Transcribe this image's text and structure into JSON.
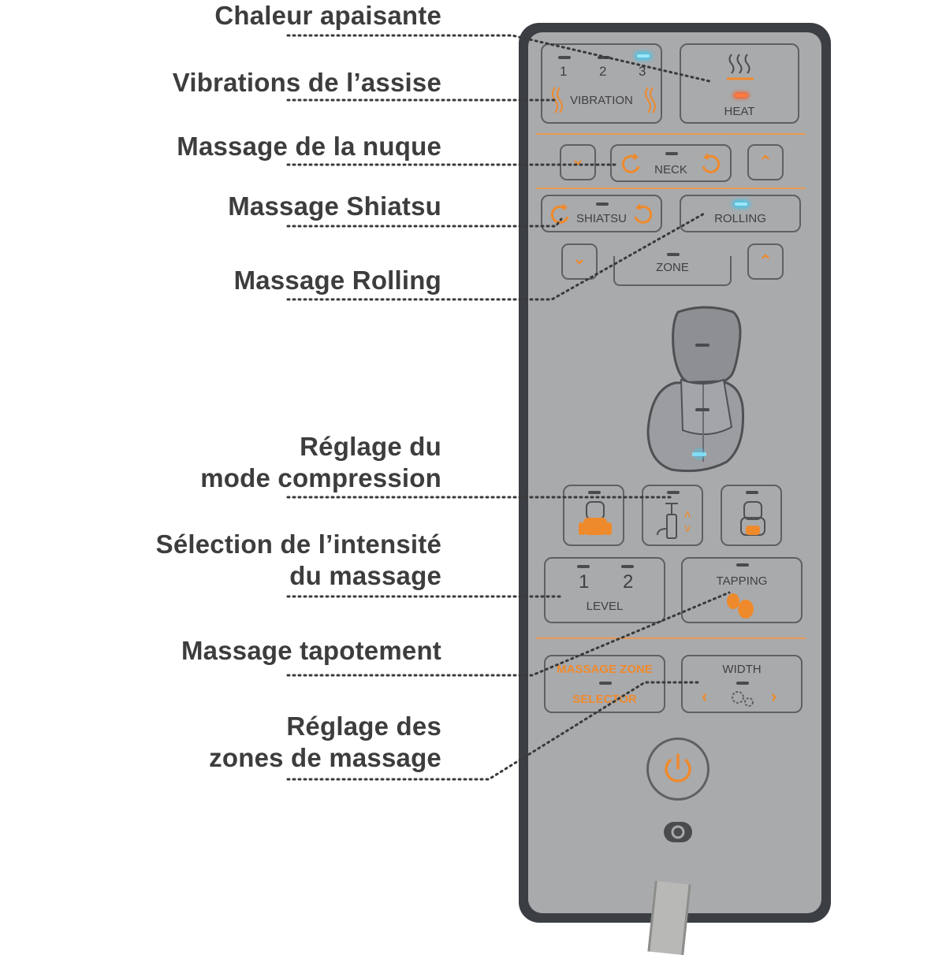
{
  "callouts": {
    "heat": "Chaleur apaisante",
    "vibration": "Vibrations de l’assise",
    "neck": "Massage de la nuque",
    "shiatsu": "Massage Shiatsu",
    "rolling": "Massage Rolling",
    "compression_1": "Réglage du",
    "compression_2": "mode compression",
    "intensity_1": "Sélection de l’intensité",
    "intensity_2": "du massage",
    "tapping": "Massage tapotement",
    "zones_1": "Réglage des",
    "zones_2": "zones de massage"
  },
  "remote": {
    "vibration": {
      "label": "VIBRATION",
      "levels": [
        "1",
        "2",
        "3"
      ]
    },
    "heat": {
      "label": "HEAT"
    },
    "neck": {
      "label": "NECK"
    },
    "shiatsu": {
      "label": "SHIATSU"
    },
    "rolling": {
      "label": "ROLLING"
    },
    "zone": {
      "label": "ZONE"
    },
    "level": {
      "label": "LEVEL",
      "levels": [
        "1",
        "2"
      ]
    },
    "tapping": {
      "label": "TAPPING"
    },
    "massage_zone": {
      "label_top": "MASSAGE ZONE",
      "label_bottom": "SELECTOR"
    },
    "width": {
      "label": "WIDTH"
    },
    "icons": {
      "heat": "heat-waves-icon",
      "vibration": "vibration-waves-icon",
      "arrows": "chevron-icon",
      "rotate": "rotate-icon",
      "seat": "massage-seat-icon",
      "gears": "gears-icon",
      "tapping": "tapping-hands-icon",
      "power": "power-icon",
      "logo": "brand-logo-icon"
    },
    "colors": {
      "accent": "#ef8a2c",
      "panel": "#a9aaac",
      "frame": "#3b3e43",
      "led_on": "#41c8ee",
      "heat_led": "#ff5a1c"
    }
  }
}
